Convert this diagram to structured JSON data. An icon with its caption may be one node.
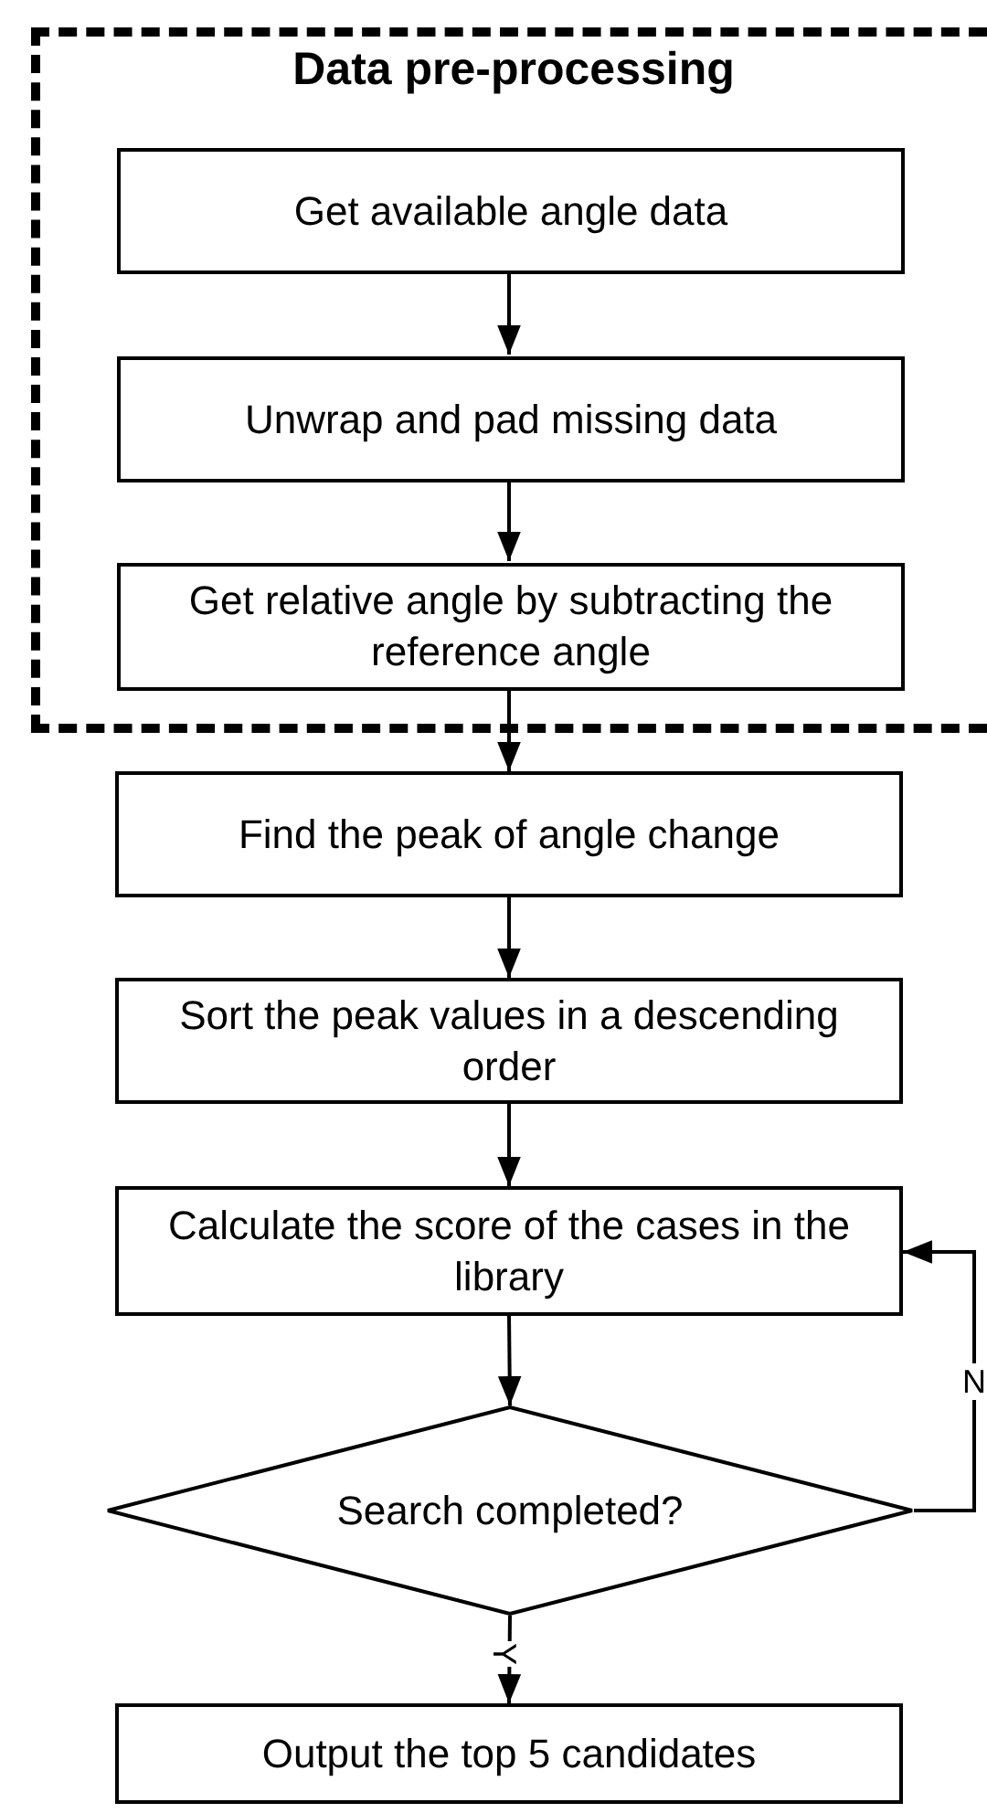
{
  "diagram": {
    "nodes": [
      {
        "text": [
          "Data pre-processing"
        ]
      },
      {
        "text": [
          "Get available angle data"
        ],
        "in": 0
      },
      {
        "text": [
          "Unwrap and pad missing data"
        ],
        "in": 0
      },
      {
        "text": [
          "Get relative angle by subtracting the reference angle"
        ],
        "in": 0
      },
      {
        "text": [
          "Find the peak of angle change"
        ]
      },
      {
        "text": [
          "Sort the peak values in a descending order"
        ]
      },
      {
        "text": [
          "Calculate the score of the cases in the library"
        ]
      },
      {
        "text": [
          "Search completed?"
        ]
      },
      {
        "text": [
          "Output the top 5 candidates"
        ]
      }
    ],
    "edges": [
      {
        "from": 1,
        "to": 2,
        "arrow": "to"
      },
      {
        "from": 2,
        "to": 3,
        "arrow": "to"
      },
      {
        "from": 3,
        "to": 4,
        "arrow": "to"
      },
      {
        "from": 4,
        "to": 5,
        "arrow": "to"
      },
      {
        "from": 5,
        "to": 6,
        "arrow": "to"
      },
      {
        "from": 6,
        "to": 7,
        "arrow": "to"
      },
      {
        "from": 7,
        "to": 6,
        "arrow": "to",
        "label": "N"
      },
      {
        "from": 7,
        "to": 8,
        "arrow": "to",
        "label": "Y"
      }
    ]
  }
}
